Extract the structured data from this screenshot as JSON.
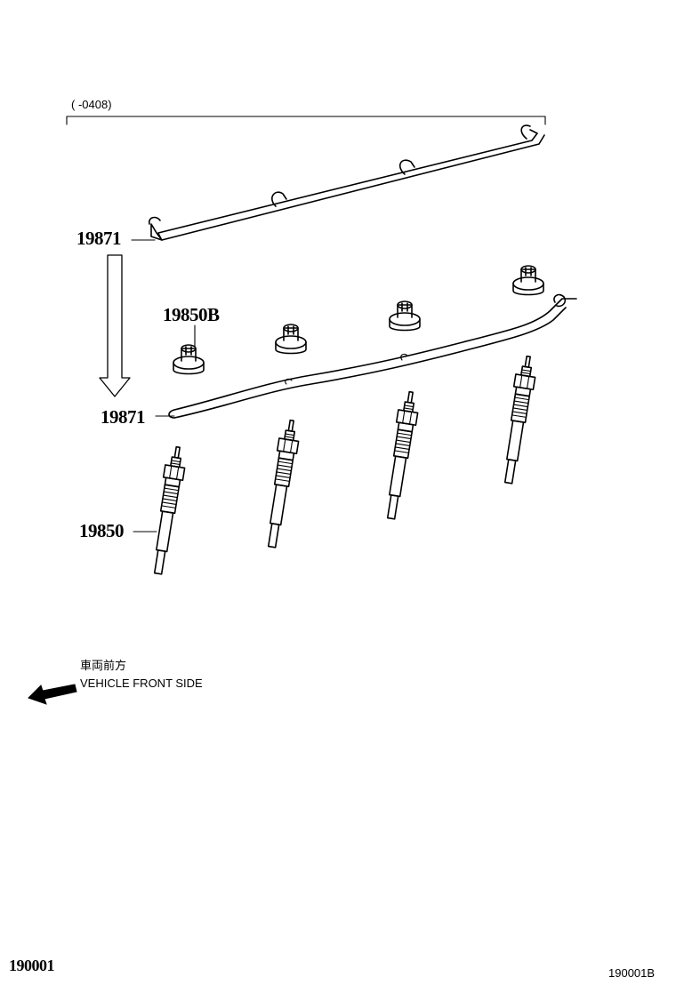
{
  "date_range_label": "(      -0408)",
  "parts": {
    "wire_upper": "19871",
    "nut": "19850B",
    "wire_lower": "19871",
    "glow_plug": "19850"
  },
  "vehicle_front": {
    "japanese": "車両前方",
    "english": "VEHICLE FRONT SIDE"
  },
  "footer": {
    "page_code": "190001",
    "figure_code": "190001B"
  }
}
